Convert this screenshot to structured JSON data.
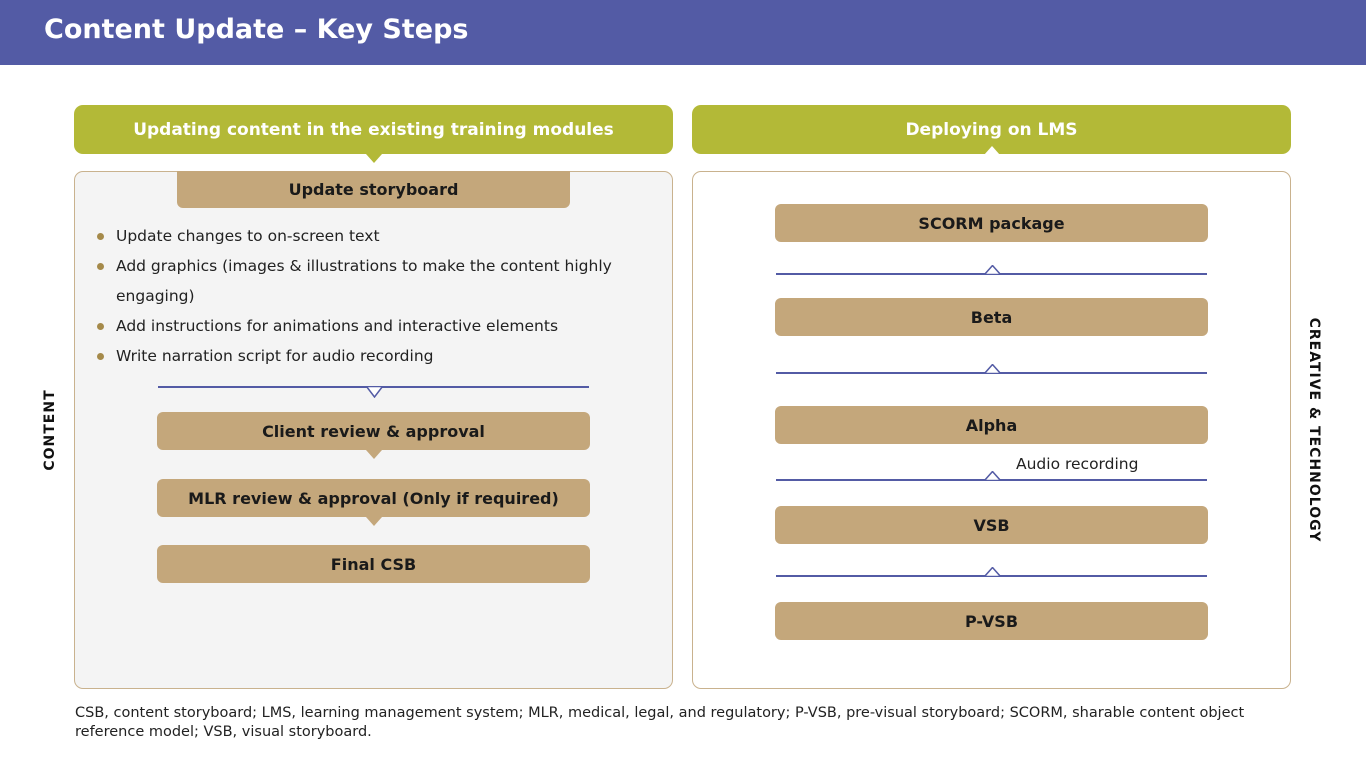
{
  "page": {
    "title": "Content Update – Key Steps",
    "colors": {
      "title_bar": "#535ba5",
      "header": "#b3b937",
      "step": "#c4a77b",
      "connector": "#535ba5",
      "panel_border": "#c9b28e"
    }
  },
  "left": {
    "header": "Updating content in the existing training modules",
    "side_label": "CONTENT",
    "storyboard_step": "Update storyboard",
    "bullets": [
      "Update changes to on-screen text",
      "Add graphics (images & illustrations to make the content highly engaging)",
      "Add instructions for animations and interactive elements",
      "Write narration script for audio recording"
    ],
    "steps": [
      "Client review & approval",
      "MLR review & approval (Only if required)",
      "Final CSB"
    ]
  },
  "right": {
    "header": "Deploying on LMS",
    "side_label": "CREATIVE & TECHNOLOGY",
    "steps": [
      "SCORM package",
      "Beta",
      "Alpha",
      "VSB",
      "P-VSB"
    ],
    "annotation": "Audio recording"
  },
  "footnote": "CSB, content storyboard; LMS, learning management system; MLR, medical, legal, and regulatory; P-VSB, pre-visual storyboard; SCORM, sharable content object reference model; VSB, visual storyboard."
}
